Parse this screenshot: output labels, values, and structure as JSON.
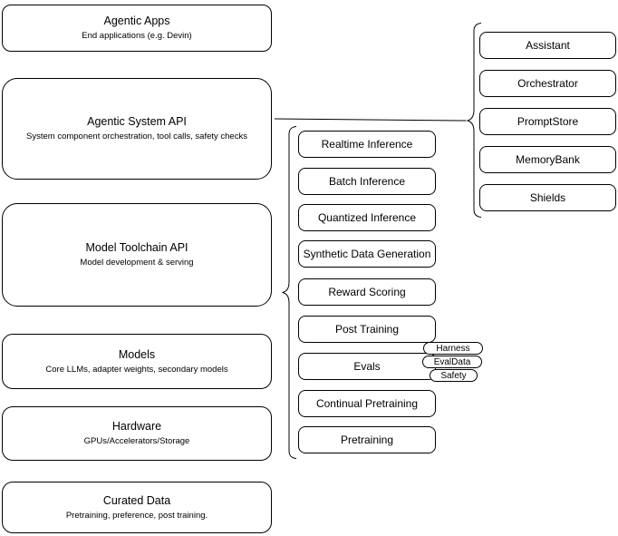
{
  "left_stack": [
    {
      "title": "Agentic Apps",
      "subtitle": "End applications (e.g. Devin)"
    },
    {
      "title": "Agentic System API",
      "subtitle": "System component orchestration, tool calls, safety checks"
    },
    {
      "title": "Model Toolchain API",
      "subtitle": "Model development & serving"
    },
    {
      "title": "Models",
      "subtitle": "Core LLMs, adapter weights, secondary models"
    },
    {
      "title": "Hardware",
      "subtitle": "GPUs/Accelerators/Storage"
    },
    {
      "title": "Curated Data",
      "subtitle": "Pretraining, preference, post training."
    }
  ],
  "toolchain_items": [
    "Realtime Inference",
    "Batch Inference",
    "Quantized Inference",
    "Synthetic Data Generation",
    "Reward Scoring",
    "Post Training",
    "Evals",
    "Continual Pretraining",
    "Pretraining"
  ],
  "evals_tags": [
    "Harness",
    "EvalData",
    "Safety"
  ],
  "system_items": [
    "Assistant",
    "Orchestrator",
    "PromptStore",
    "MemoryBank",
    "Shields"
  ],
  "colors": {
    "stroke": "#000000",
    "background": "#ffffff",
    "text": "#000000"
  }
}
